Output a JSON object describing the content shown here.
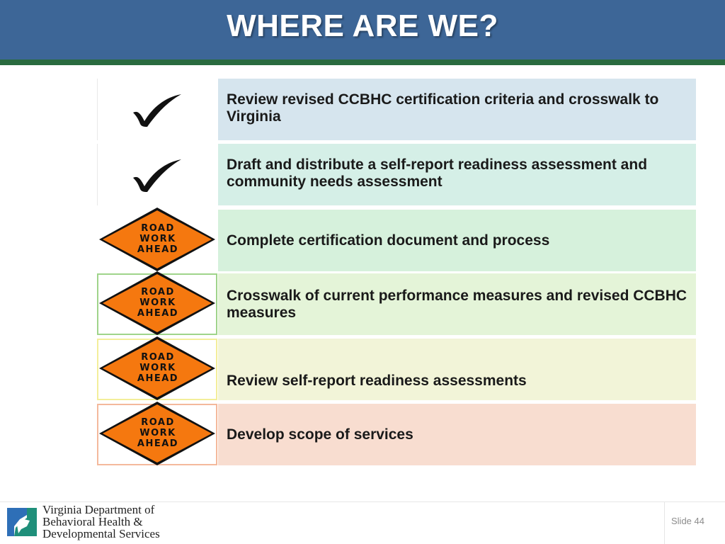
{
  "title": "WHERE ARE WE?",
  "rows": [
    {
      "status": "done",
      "icon": "checkmark-icon",
      "text": "Review revised CCBHC certification criteria and crosswalk to Virginia",
      "color": "#d6e5ee"
    },
    {
      "status": "done",
      "icon": "checkmark-icon",
      "text": "Draft and distribute a self-report readiness assessment and community needs assessment",
      "color": "#d5efe7"
    },
    {
      "status": "in-progress",
      "icon": "road-work-ahead-sign-icon",
      "sign_text": [
        "ROAD",
        "WORK",
        "AHEAD"
      ],
      "text": "Complete certification document and process",
      "color": "#d6f1dc"
    },
    {
      "status": "in-progress",
      "icon": "road-work-ahead-sign-icon",
      "sign_text": [
        "ROAD",
        "WORK",
        "AHEAD"
      ],
      "text": "Crosswalk of current performance measures and revised CCBHC measures",
      "color": "#e4f4d8"
    },
    {
      "status": "in-progress",
      "icon": "road-work-ahead-sign-icon",
      "sign_text": [
        "ROAD",
        "WORK",
        "AHEAD"
      ],
      "text": "Review self-report readiness assessments",
      "color": "#f2f4d8"
    },
    {
      "status": "in-progress",
      "icon": "road-work-ahead-sign-icon",
      "sign_text": [
        "ROAD",
        "WORK",
        "AHEAD"
      ],
      "text": "Develop scope of services",
      "color": "#f8ddd0"
    }
  ],
  "footer": {
    "org_lines": [
      "Virginia Department of",
      "Behavioral Health &",
      "Developmental Services"
    ],
    "slide_label": "Slide 44",
    "logo_icon": "virginia-dbhds-logo-icon"
  },
  "colors": {
    "header": "#3d6697",
    "header_stripe": "#2a6b3f",
    "sign_orange": "#f5780f"
  }
}
